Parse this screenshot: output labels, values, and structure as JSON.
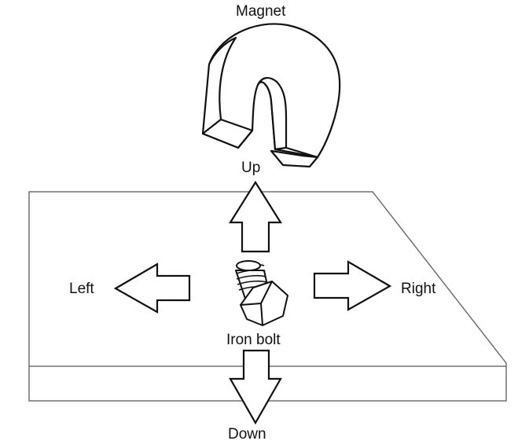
{
  "labels": {
    "magnet": "Magnet",
    "up": "Up",
    "left": "Left",
    "right": "Right",
    "iron_bolt": "Iron bolt",
    "down": "Down"
  },
  "colors": {
    "stroke": "#111111",
    "surface_edge": "#707070",
    "fill": "#ffffff"
  },
  "icons": [
    "horseshoe-magnet-icon",
    "iron-bolt-icon",
    "arrow-up-icon",
    "arrow-left-icon",
    "arrow-right-icon",
    "arrow-down-icon"
  ]
}
